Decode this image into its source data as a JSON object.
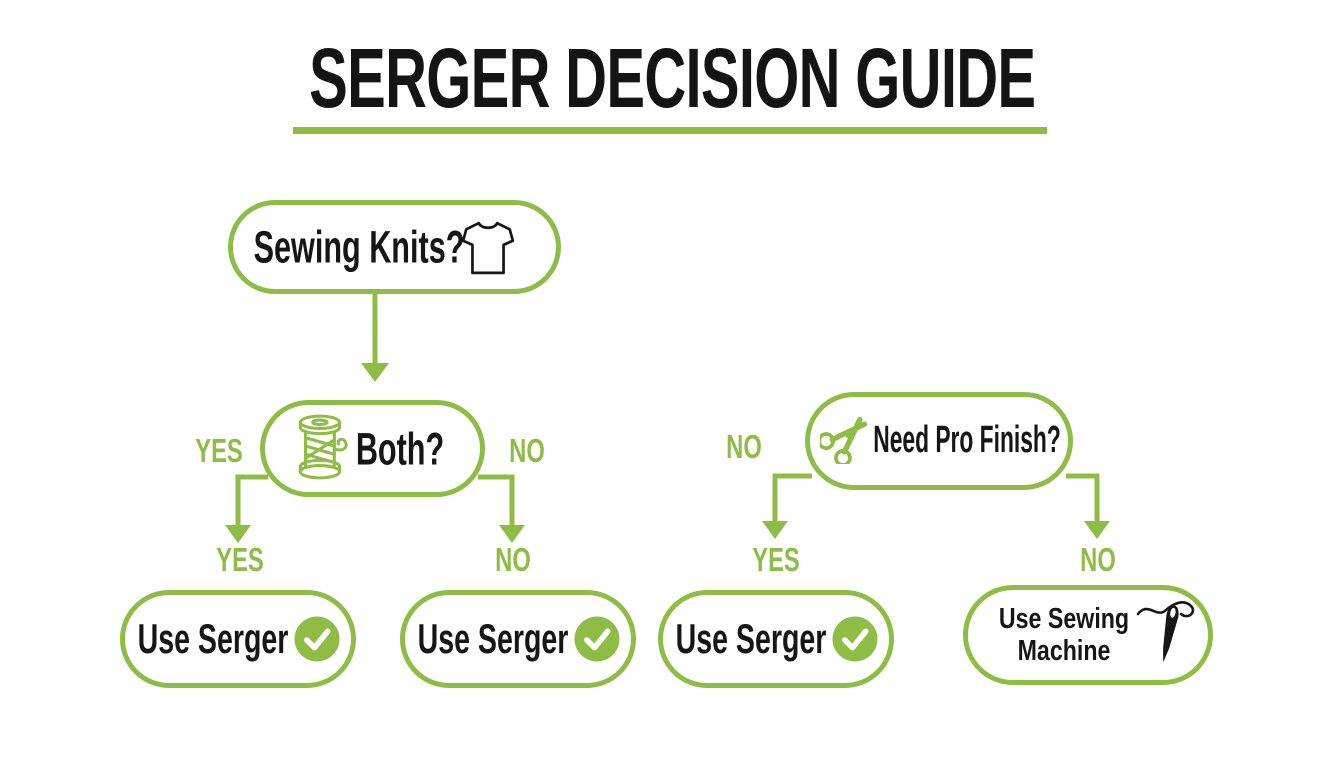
{
  "colors": {
    "accent_green": "#8FBC45",
    "text_black": "#161616",
    "background": "#FFFFFF"
  },
  "title": {
    "text": "SERGER DECISION GUIDE"
  },
  "nodes": {
    "sewing_knits": {
      "label": "Sewing Knits?",
      "icon": "tshirt-icon"
    },
    "both": {
      "label": "Both?",
      "icon": "thread-spool-icon"
    },
    "need_pro_finish": {
      "label": "Need Pro Finish?",
      "icon": "scissors-icon"
    },
    "use_serger_1": {
      "label": "Use Serger",
      "icon": "check-circle-icon"
    },
    "use_serger_2": {
      "label": "Use Serger",
      "icon": "check-circle-icon"
    },
    "use_serger_3": {
      "label": "Use Serger",
      "icon": "check-circle-icon"
    },
    "use_sewing_machine": {
      "label": "Use Sewing Machine",
      "icon": "needle-thread-icon"
    }
  },
  "branch_labels": {
    "both_side_yes": "YES",
    "both_side_no": "NO",
    "npf_side_no": "NO",
    "both_arrow_yes": "YES",
    "both_arrow_no": "NO",
    "npf_arrow_yes": "YES",
    "npf_arrow_no": "NO"
  },
  "edges": [
    {
      "from": "sewing_knits",
      "to": "both"
    },
    {
      "from": "both",
      "to": "use_serger_1",
      "label": "YES"
    },
    {
      "from": "both",
      "to": "use_serger_2",
      "label": "NO"
    },
    {
      "from": "need_pro_finish",
      "to": "use_serger_3",
      "label": "YES"
    },
    {
      "from": "need_pro_finish",
      "to": "use_sewing_machine",
      "label": "NO"
    }
  ]
}
